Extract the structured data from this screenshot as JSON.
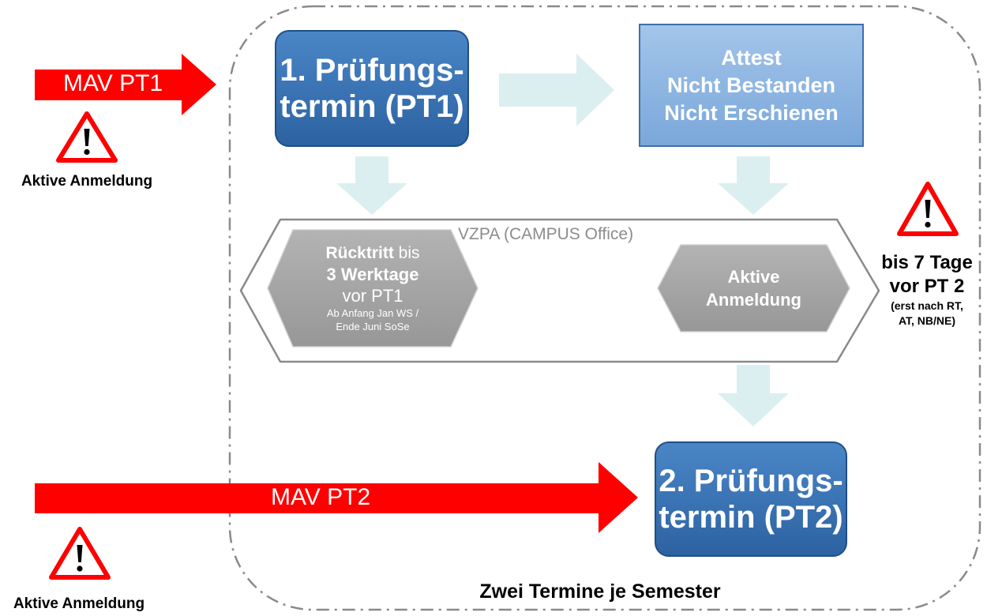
{
  "frame": {
    "title": "Zwei Termine je Semester"
  },
  "left_arrows": {
    "pt1": {
      "label": "MAV PT1",
      "warning": "Aktive Anmeldung"
    },
    "pt2": {
      "label": "MAV PT2",
      "warning": "Aktive Anmeldung"
    }
  },
  "boxes": {
    "pt1": {
      "line1": "1. Prüfungs-",
      "line2": "termin (PT1)"
    },
    "attest": {
      "line1": "Attest",
      "line2": "Nicht Bestanden",
      "line3": "Nicht Erschienen"
    },
    "pt2": {
      "line1": "2. Prüfungs-",
      "line2": "termin (PT2)"
    }
  },
  "vzpa": {
    "title": "VZPA (CAMPUS Office)",
    "ruecktritt": {
      "bold": "Rücktritt",
      "suffix": " bis",
      "line2": "3 Werktage",
      "line3": "vor PT1",
      "line4": "Ab Anfang Jan WS /",
      "line5": "Ende Juni SoSe"
    },
    "aktiv": {
      "line1": "Aktive",
      "line2": "Anmeldung"
    }
  },
  "right_warning": {
    "line1": "bis 7 Tage",
    "line2": "vor PT 2",
    "line3": "(erst nach RT,",
    "line4": "AT, NB/NE)"
  },
  "colors": {
    "red": "#ff0000",
    "dark_blue": "#3a74b4",
    "light_blue": "#8eb6e2",
    "grey_hex": "#a6a6a6",
    "pale_arrow": "#dbeff0"
  }
}
